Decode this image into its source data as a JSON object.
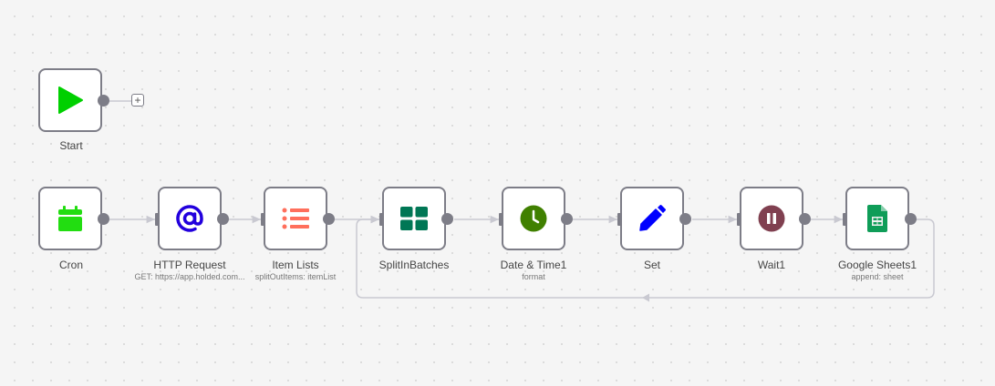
{
  "nodes": {
    "start": {
      "label": "Start",
      "icon": "play-icon",
      "color": "#00d000"
    },
    "cron": {
      "label": "Cron",
      "icon": "calendar-icon",
      "color": "#22dd11"
    },
    "http": {
      "label": "HTTP Request",
      "subtitle": "GET: https://app.holded.com...",
      "icon": "at-sign-icon",
      "color": "#2200dd"
    },
    "itemlists": {
      "label": "Item Lists",
      "subtitle": "splitOutItems: itemList",
      "icon": "list-icon",
      "color": "#ff6f5c"
    },
    "splitinbatches": {
      "label": "SplitInBatches",
      "icon": "grid-icon",
      "color": "#007755"
    },
    "datetime": {
      "label": "Date & Time1",
      "subtitle": "format",
      "icon": "clock-icon",
      "color": "#408000"
    },
    "set": {
      "label": "Set",
      "icon": "pencil-icon",
      "color": "#0000ff"
    },
    "wait": {
      "label": "Wait1",
      "icon": "pause-icon",
      "color": "#804050"
    },
    "gsheets": {
      "label": "Google Sheets1",
      "subtitle": "append: sheet",
      "icon": "google-sheets-icon",
      "color": "#0f9d58"
    }
  },
  "add_button": {
    "label": "+",
    "icon": "plus-icon"
  },
  "colors": {
    "canvas": "#f5f5f5",
    "node_border": "#7d7d87",
    "edge": "#c9c9d1",
    "handle": "#7d7d87"
  }
}
